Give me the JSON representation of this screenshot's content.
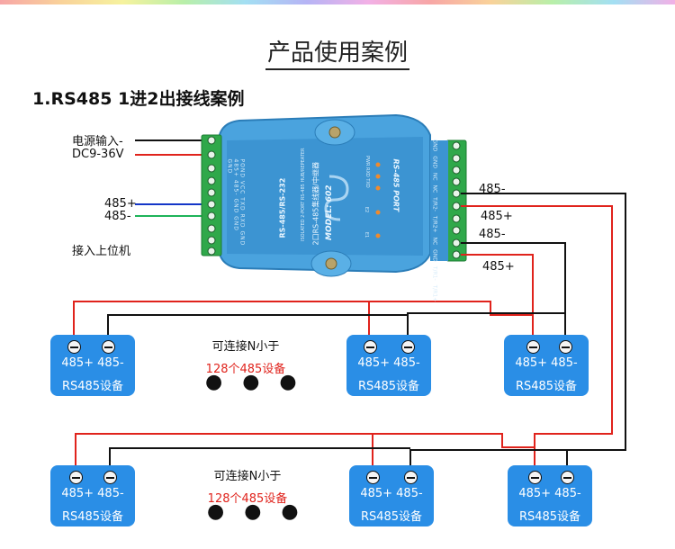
{
  "title": "产品使用案例",
  "section": "1.RS485  1进2出接线案例",
  "left_labels": {
    "power_in": "电源输入-",
    "dc": "DC9-36V",
    "p485": "485+",
    "m485": "485-",
    "host": "接入上位机"
  },
  "device_panel": {
    "model_vertical": "RS-485/RS-232",
    "sub_vertical": "2口RS-485集线器/中继器",
    "model_no": "MODEL: 602",
    "small_vertical": "ISOLATED 2-PORT RS-485 HUB/REPEATER",
    "port_label": "RS-485 PORT",
    "leds": [
      "PWR",
      "RXD",
      "TXD",
      "E2",
      "E1"
    ],
    "left_pins": [
      "POND",
      "VCC",
      "TXD",
      "RXD",
      "GND",
      "485+",
      "485-",
      "GND",
      "GND",
      "GND"
    ],
    "right_pins": [
      "GND",
      "GND",
      "NC",
      "NC",
      "T/R2-",
      "T/R2+",
      "NC",
      "GND",
      "T/R1-",
      "T/R1+"
    ]
  },
  "right_labels": [
    "485-",
    "485+",
    "485-",
    "485+"
  ],
  "device_unit": {
    "pins": "485+  485-",
    "name": "RS485设备"
  },
  "note": {
    "line1": "可连接N小于",
    "line2": "128个485设备",
    "dots": "●●●"
  }
}
